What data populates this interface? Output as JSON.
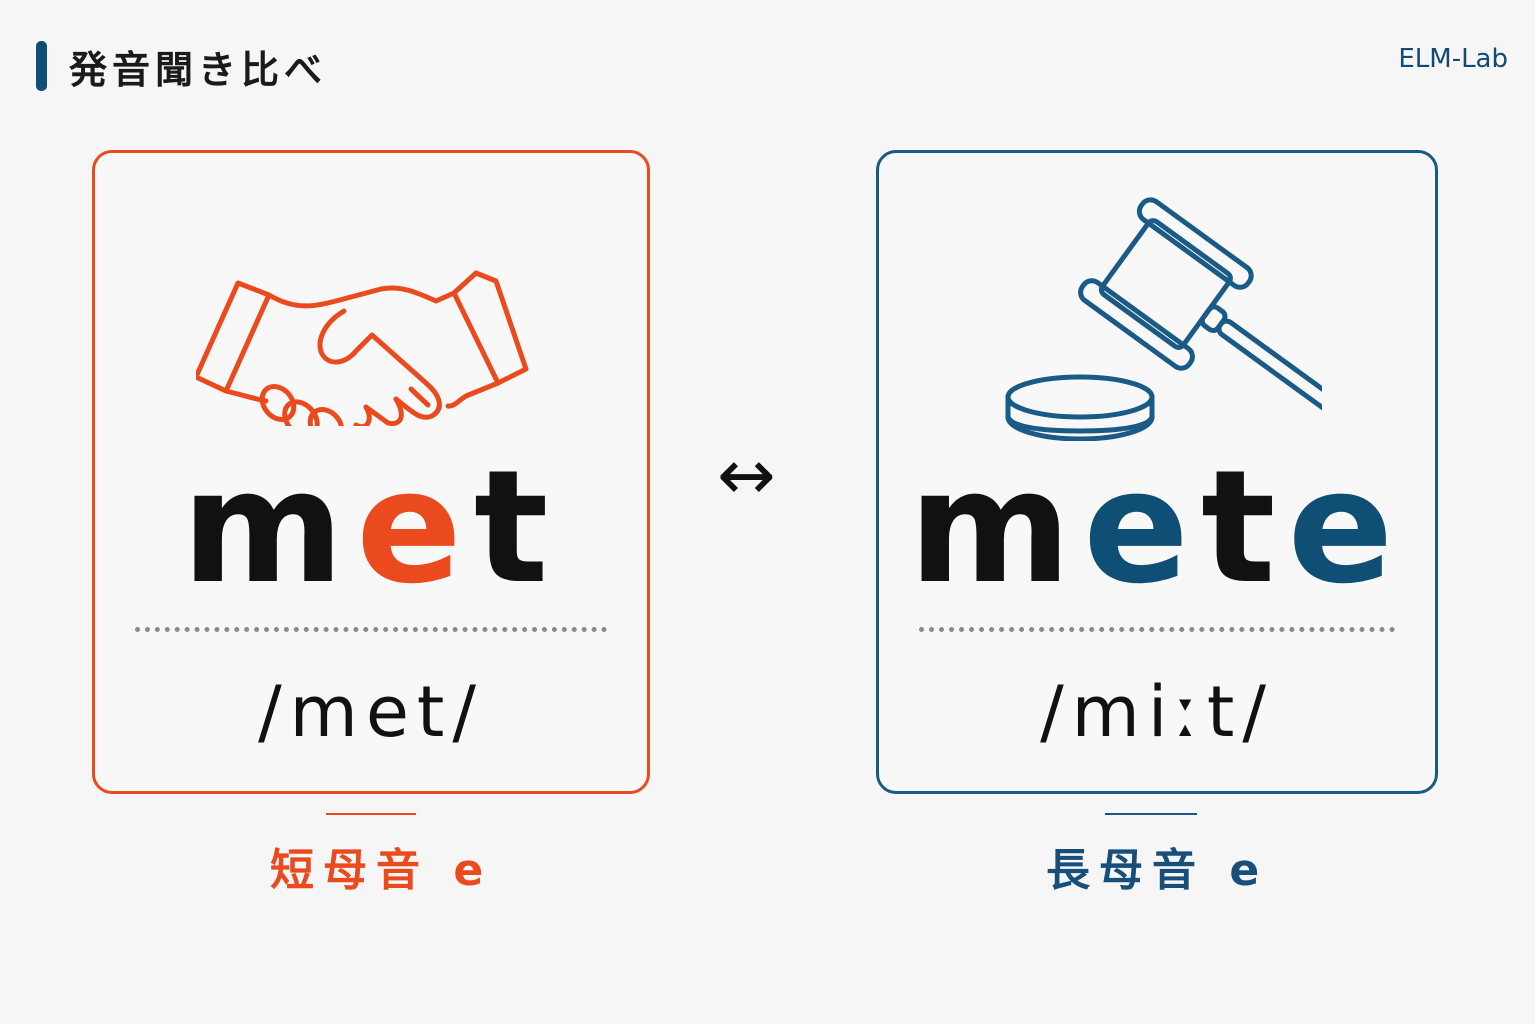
{
  "header": {
    "title": "発音聞き比べ",
    "brand": "ELM-Lab"
  },
  "left_card": {
    "icon": "handshake-icon",
    "word_parts": [
      "m",
      "e",
      "t"
    ],
    "ipa": "/met/",
    "caption": "短母音 e",
    "accent_color": "#ea4a1d"
  },
  "right_card": {
    "icon": "gavel-icon",
    "word_parts": [
      "m",
      "e",
      "t",
      "e"
    ],
    "ipa": "/miːt/",
    "caption": "長母音 e",
    "accent_color": "#1a5a86"
  },
  "compare_symbol": "↔"
}
